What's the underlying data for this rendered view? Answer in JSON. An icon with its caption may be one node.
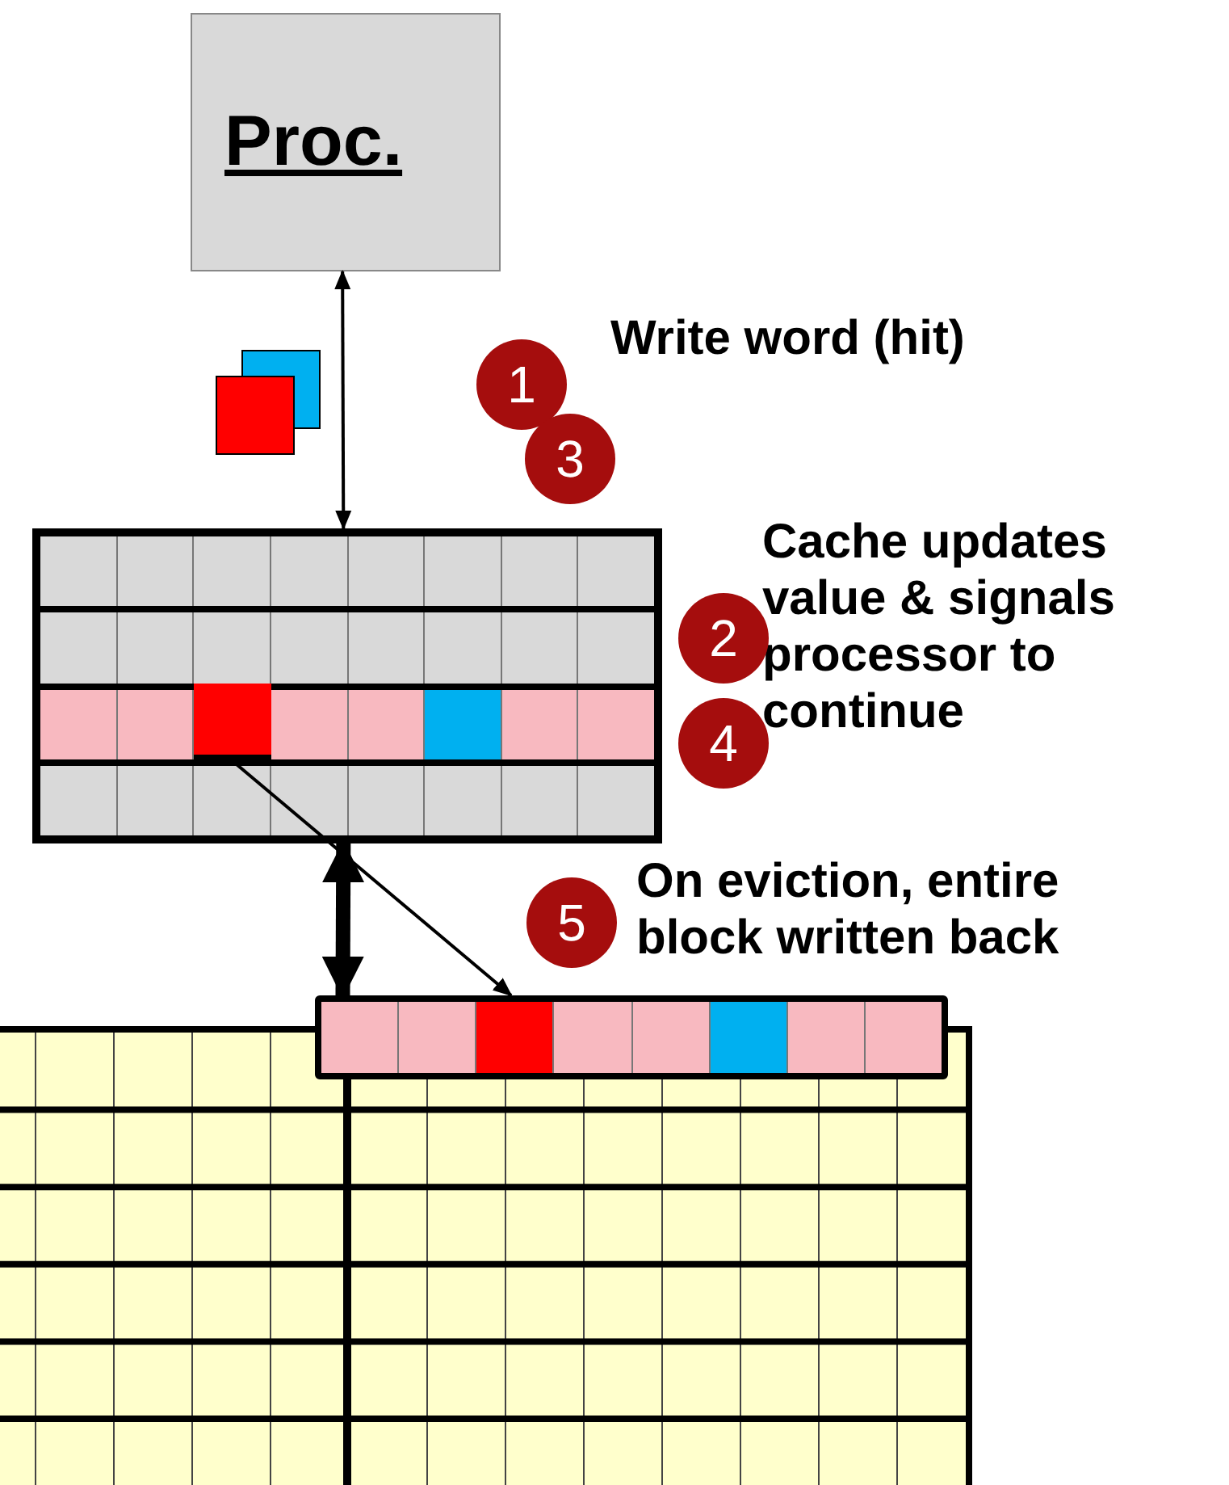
{
  "diagram": {
    "nodes": [
      {
        "text": [
          "Proc."
        ]
      },
      {
        "text": [],
        "shape": "box"
      },
      {
        "text": [],
        "shape": "box"
      },
      {
        "text": [],
        "shape": "bar"
      },
      {
        "text": [],
        "shape": "box",
        "in": 1
      }
    ],
    "edges": [
      {
        "from": 0,
        "to": 1,
        "arrow": "both"
      },
      {
        "from": 1,
        "to": 3,
        "arrow": "both",
        "style": "thick"
      },
      {
        "from": 4,
        "to": 3,
        "arrow": "to"
      }
    ],
    "labels": [
      "1",
      "Write word (hit)",
      "3",
      "Cache updates value & signals processor to continue",
      "2",
      "4",
      "5",
      "On eviction, entire block written back"
    ]
  }
}
